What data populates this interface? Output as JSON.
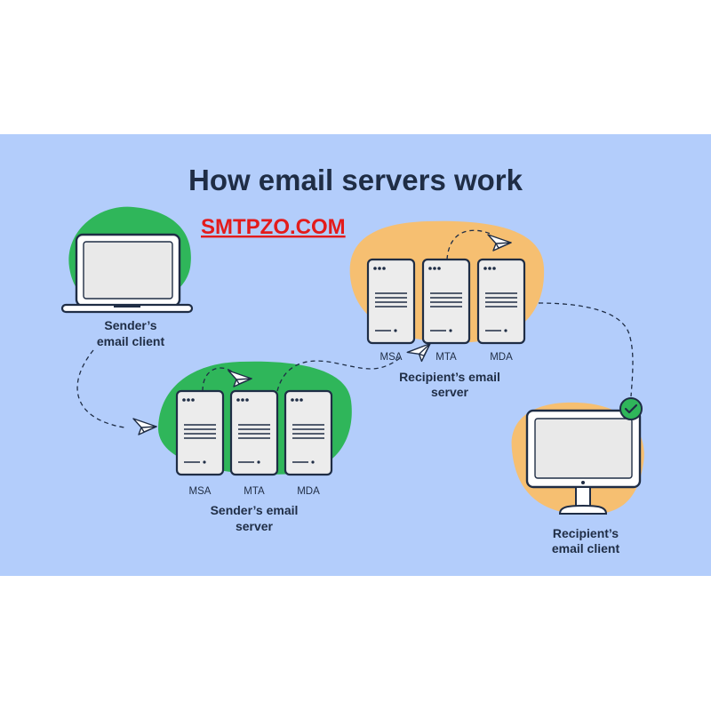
{
  "title": "How email servers work",
  "watermark": "SMTPZO.COM",
  "nodes": {
    "sender_client": {
      "label_line1": "Sender’s",
      "label_line2": "email client"
    },
    "sender_server": {
      "label_line1": "Sender’s email",
      "label_line2": "server",
      "units": [
        "MSA",
        "MTA",
        "MDA"
      ]
    },
    "recipient_server": {
      "label_line1": "Recipient’s email",
      "label_line2": "server",
      "units": [
        "MSA",
        "MTA",
        "MDA"
      ]
    },
    "recipient_client": {
      "label_line1": "Recipient’s",
      "label_line2": "email client"
    }
  },
  "colors": {
    "background": "#b3cdfb",
    "sender_blob": "#2fb65a",
    "recipient_blob": "#f6bf71",
    "ink": "#1f2d45",
    "screen": "#e9e9e9",
    "watermark": "#e31b1b",
    "check_badge": "#2fb65a"
  },
  "icons": [
    "laptop-icon",
    "server-rack-icon",
    "monitor-icon",
    "paper-plane-icon",
    "check-badge-icon"
  ]
}
